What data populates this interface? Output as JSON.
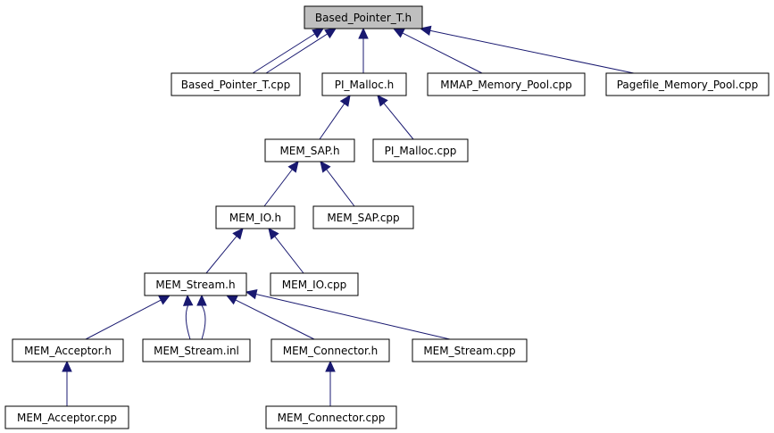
{
  "graph": {
    "title": "Based_Pointer_T.h include dependency graph",
    "colors": {
      "edge": "#191970",
      "root_fill": "#bfbfbf",
      "node_fill": "#ffffff",
      "border": "#000000"
    },
    "nodes": {
      "based_pointer_t_h": "Based_Pointer_T.h",
      "based_pointer_t_cpp": "Based_Pointer_T.cpp",
      "pi_malloc_h": "PI_Malloc.h",
      "mmap_memory_pool_cpp": "MMAP_Memory_Pool.cpp",
      "pagefile_memory_pool_cpp": "Pagefile_Memory_Pool.cpp",
      "mem_sap_h": "MEM_SAP.h",
      "pi_malloc_cpp": "PI_Malloc.cpp",
      "mem_io_h": "MEM_IO.h",
      "mem_sap_cpp": "MEM_SAP.cpp",
      "mem_stream_h": "MEM_Stream.h",
      "mem_io_cpp": "MEM_IO.cpp",
      "mem_acceptor_h": "MEM_Acceptor.h",
      "mem_stream_inl": "MEM_Stream.inl",
      "mem_connector_h": "MEM_Connector.h",
      "mem_stream_cpp": "MEM_Stream.cpp",
      "mem_acceptor_cpp": "MEM_Acceptor.cpp",
      "mem_connector_cpp": "MEM_Connector.cpp"
    },
    "edges": [
      {
        "from": "based_pointer_t_cpp",
        "to": "based_pointer_t_h",
        "curve": "left"
      },
      {
        "from": "based_pointer_t_cpp",
        "to": "based_pointer_t_h",
        "curve": "right"
      },
      {
        "from": "pi_malloc_h",
        "to": "based_pointer_t_h"
      },
      {
        "from": "mmap_memory_pool_cpp",
        "to": "based_pointer_t_h"
      },
      {
        "from": "pagefile_memory_pool_cpp",
        "to": "based_pointer_t_h"
      },
      {
        "from": "mem_sap_h",
        "to": "pi_malloc_h"
      },
      {
        "from": "pi_malloc_cpp",
        "to": "pi_malloc_h"
      },
      {
        "from": "mem_io_h",
        "to": "mem_sap_h"
      },
      {
        "from": "mem_sap_cpp",
        "to": "mem_sap_h"
      },
      {
        "from": "mem_stream_h",
        "to": "mem_io_h"
      },
      {
        "from": "mem_io_cpp",
        "to": "mem_io_h"
      },
      {
        "from": "mem_acceptor_h",
        "to": "mem_stream_h"
      },
      {
        "from": "mem_stream_inl",
        "to": "mem_stream_h",
        "curve": "left"
      },
      {
        "from": "mem_stream_inl",
        "to": "mem_stream_h",
        "curve": "right"
      },
      {
        "from": "mem_connector_h",
        "to": "mem_stream_h"
      },
      {
        "from": "mem_stream_cpp",
        "to": "mem_stream_h"
      },
      {
        "from": "mem_acceptor_cpp",
        "to": "mem_acceptor_h"
      },
      {
        "from": "mem_connector_cpp",
        "to": "mem_connector_h"
      }
    ]
  }
}
